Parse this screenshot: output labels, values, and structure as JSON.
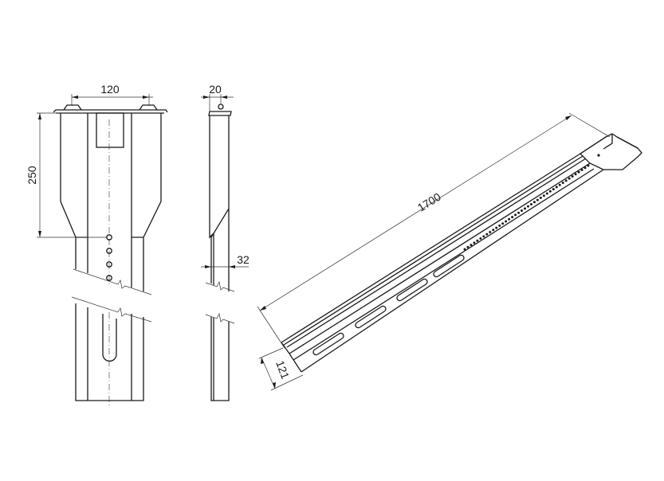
{
  "dimensions": {
    "front_width": "120",
    "front_height": "250",
    "side_width_top": "20",
    "side_width_bottom": "32",
    "iso_length": "1700",
    "iso_width": "121"
  }
}
